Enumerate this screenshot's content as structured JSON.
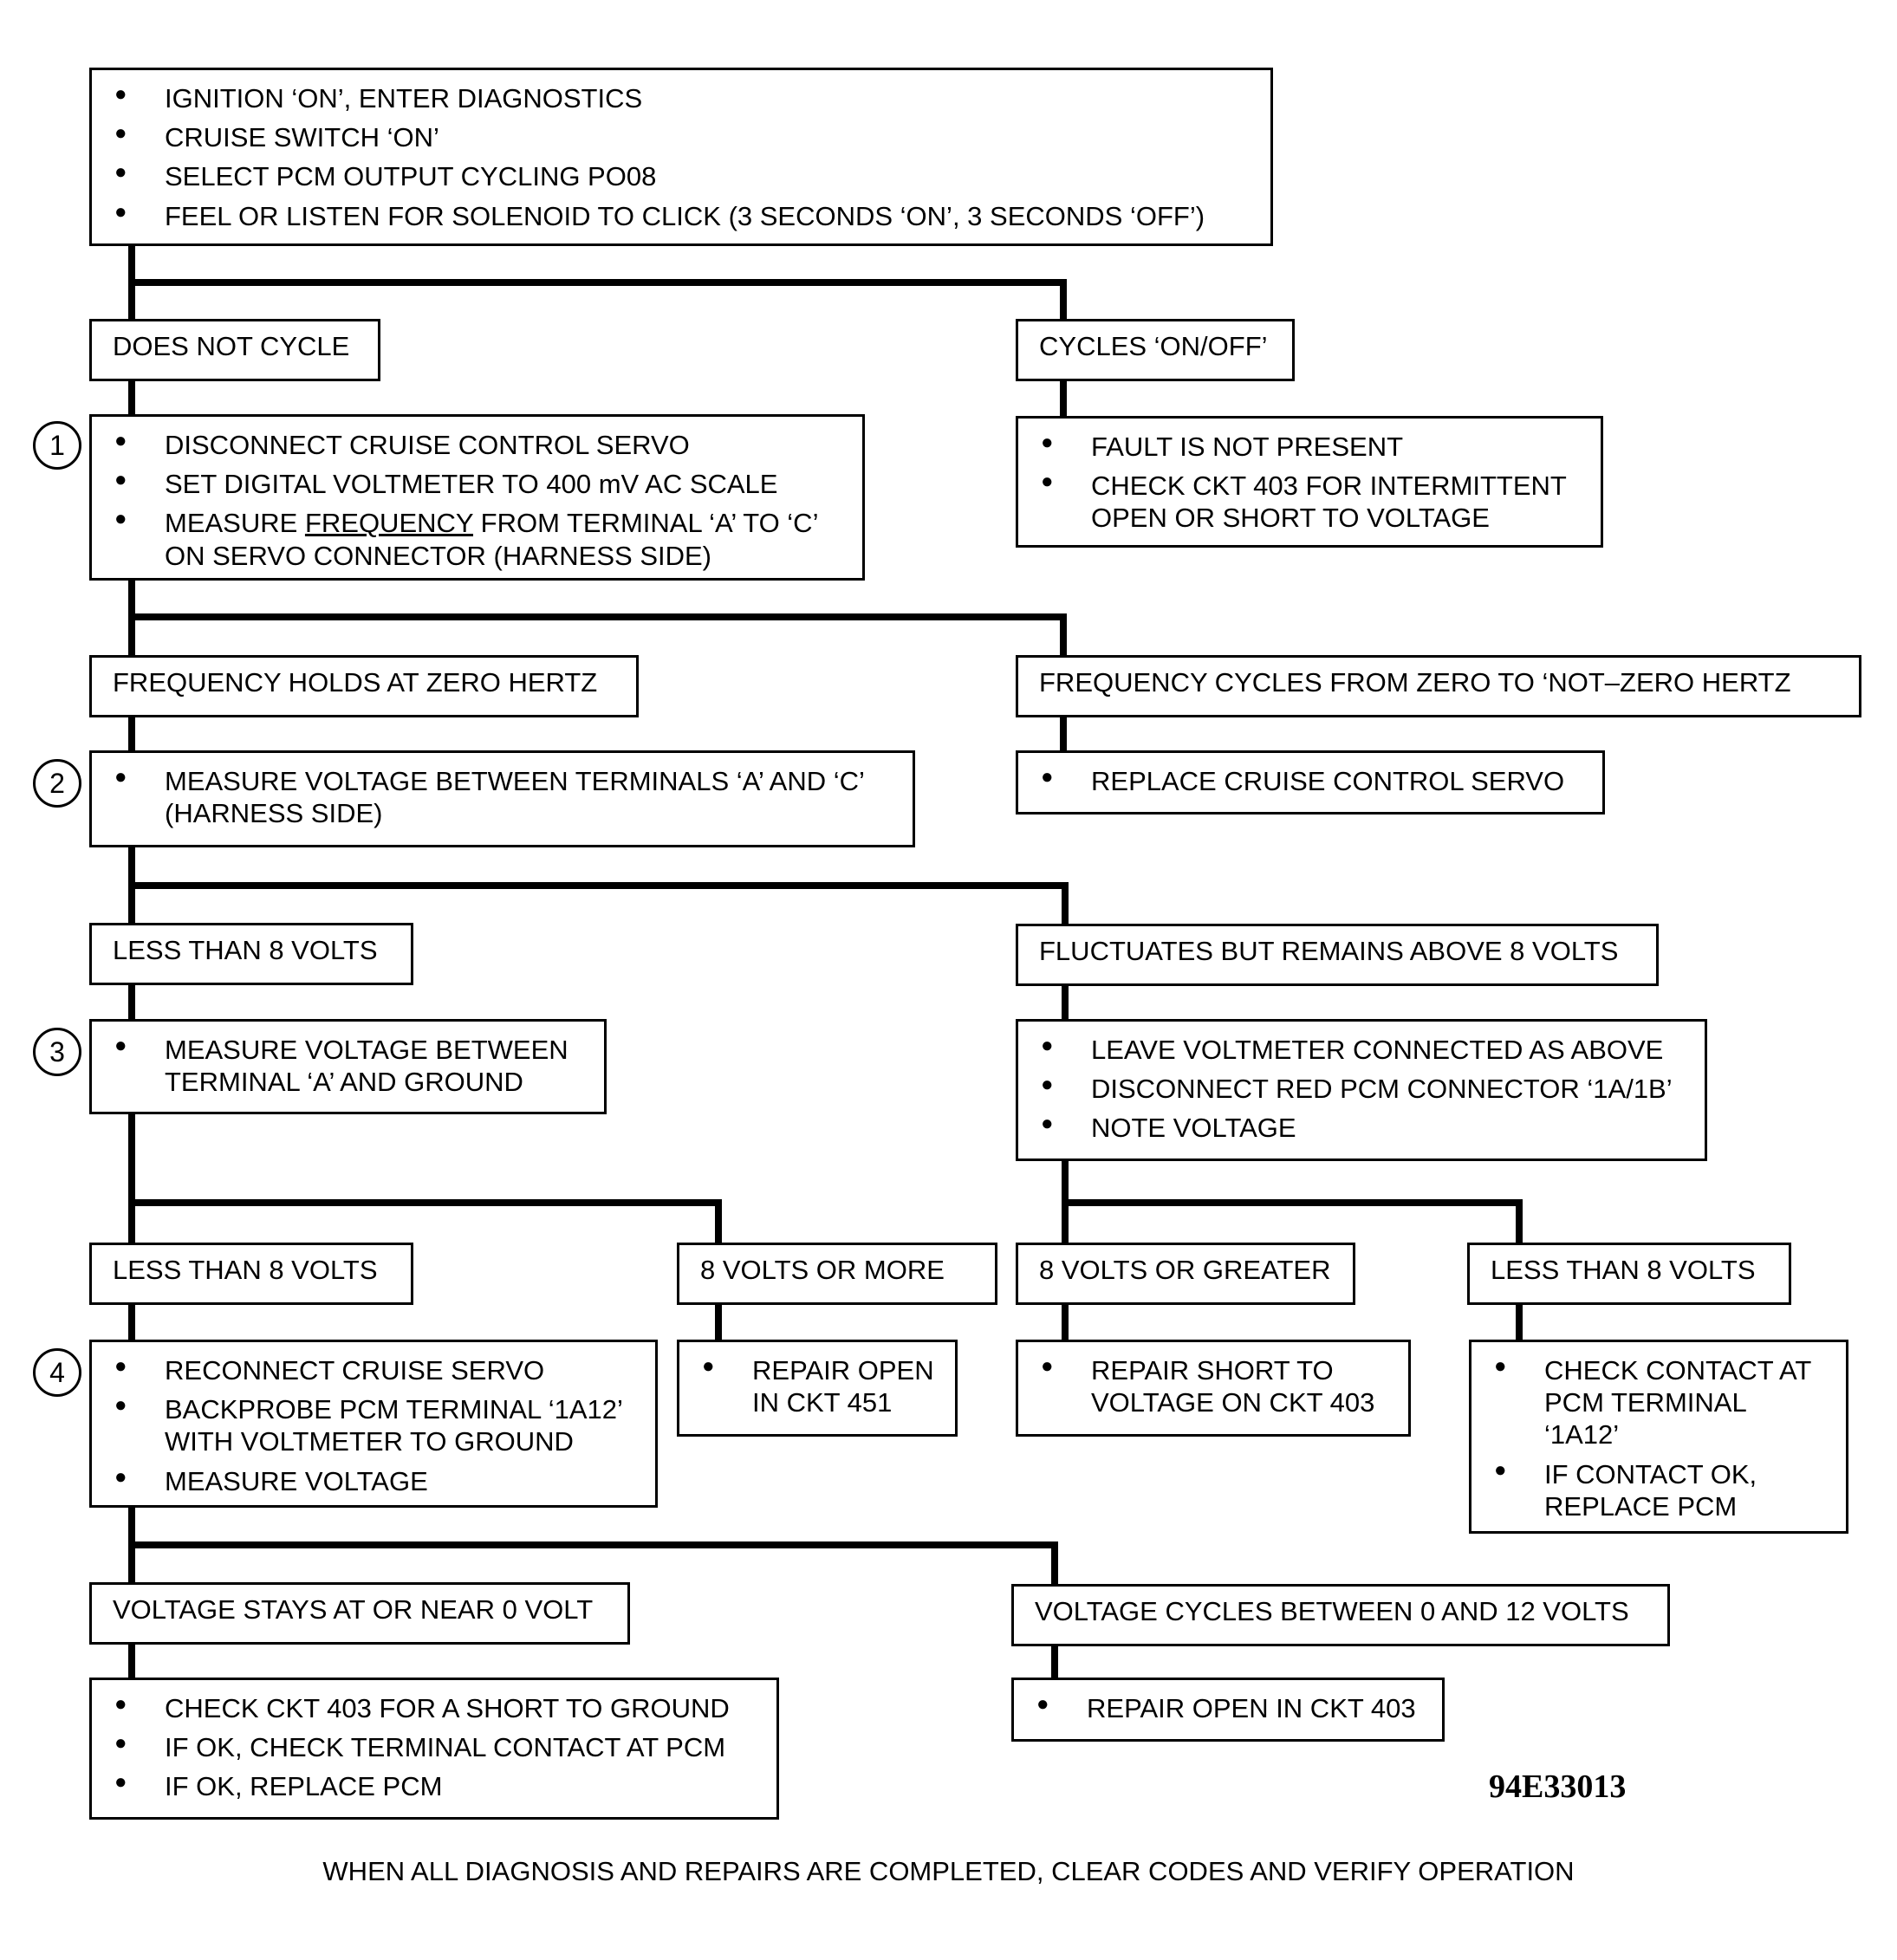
{
  "start": {
    "items": [
      "IGNITION ‘ON’, ENTER DIAGNOSTICS",
      "CRUISE SWITCH ‘ON’",
      "SELECT PCM OUTPUT CYCLING PO08",
      "FEEL OR LISTEN FOR SOLENOID TO CLICK (3 SECONDS ‘ON’, 3 SECONDS ‘OFF’)"
    ]
  },
  "labels": {
    "does_not_cycle": "DOES NOT CYCLE",
    "cycles_on_off": "CYCLES ‘ON/OFF’",
    "freq_zero": "FREQUENCY HOLDS AT ZERO HERTZ",
    "freq_cycles": "FREQUENCY CYCLES FROM ZERO TO ‘NOT–ZERO HERTZ",
    "less_8_a": "LESS THAN 8 VOLTS",
    "fluctuates": "FLUCTUATES BUT REMAINS ABOVE 8 VOLTS",
    "less_8_b": "LESS THAN 8 VOLTS",
    "v8_more": "8 VOLTS OR MORE",
    "v8_greater": "8 VOLTS OR GREATER",
    "less_8_c": "LESS THAN 8 VOLTS",
    "stays_zero": "VOLTAGE STAYS AT OR NEAR 0 VOLT",
    "cycles_0_12": "VOLTAGE CYCLES BETWEEN 0 AND 12 VOLTS"
  },
  "steps": {
    "s1": {
      "num": "1",
      "item1": "DISCONNECT CRUISE CONTROL SERVO",
      "item2": "SET DIGITAL VOLTMETER TO 400 mV AC SCALE",
      "item3_a": "MEASURE",
      "item3_u": "FREQUENCY",
      "item3_b": " FROM TERMINAL ‘A’ TO ‘C’",
      "item3_c": "ON SERVO CONNECTOR (HARNESS SIDE)"
    },
    "s2": {
      "num": "2",
      "item1_a": "MEASURE VOLTAGE BETWEEN TERMINALS ‘A’ AND ‘C’",
      "item1_b": "(HARNESS SIDE)"
    },
    "s3": {
      "num": "3",
      "item1_a": "MEASURE VOLTAGE BETWEEN",
      "item1_b": "TERMINAL ‘A’ AND GROUND"
    },
    "s4": {
      "num": "4",
      "item1": "RECONNECT CRUISE SERVO",
      "item2_a": "BACKPROBE PCM TERMINAL ‘1A12’",
      "item2_b": "WITH VOLTMETER TO GROUND",
      "item3": "MEASURE VOLTAGE"
    }
  },
  "results": {
    "fault_not_present": {
      "item1": "FAULT IS NOT PRESENT",
      "item2_a": "CHECK CKT 403 FOR INTERMITTENT",
      "item2_b": "OPEN OR SHORT TO VOLTAGE"
    },
    "replace_servo": {
      "item1": "REPLACE CRUISE CONTROL SERVO"
    },
    "leave_voltmeter": {
      "item1": "LEAVE VOLTMETER CONNECTED AS ABOVE",
      "item2": "DISCONNECT RED PCM CONNECTOR ‘1A/1B’",
      "item3": "NOTE VOLTAGE"
    },
    "repair_451": {
      "item1_a": "REPAIR OPEN",
      "item1_b": "IN CKT 451"
    },
    "repair_short_403": {
      "item1_a": "REPAIR SHORT TO",
      "item1_b": "VOLTAGE ON CKT 403"
    },
    "check_contact": {
      "item1_a": "CHECK CONTACT AT",
      "item1_b": "PCM TERMINAL",
      "item1_c": "‘1A12’",
      "item2_a": "IF CONTACT OK,",
      "item2_b": "REPLACE PCM"
    },
    "check_short_ground": {
      "item1": "CHECK CKT 403 FOR A SHORT TO GROUND",
      "item2": "IF OK, CHECK TERMINAL CONTACT AT PCM",
      "item3": "IF OK, REPLACE PCM"
    },
    "repair_open_403": {
      "item1": "REPAIR OPEN IN CKT 403"
    }
  },
  "figure_id": "94E33013",
  "footer": "WHEN ALL DIAGNOSIS AND REPAIRS ARE COMPLETED, CLEAR CODES AND VERIFY OPERATION"
}
